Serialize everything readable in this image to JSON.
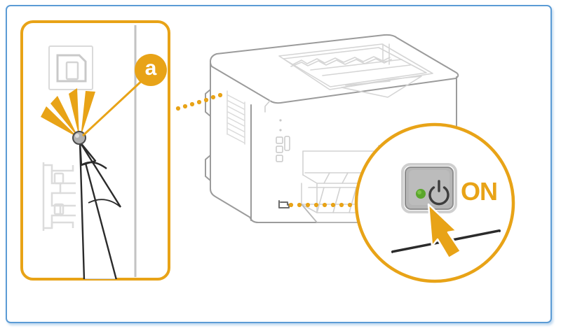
{
  "figure": {
    "title": "Printer power-on instruction illustration",
    "frame_color": "#5b9bd5",
    "accent_color": "#e8a317",
    "line_color": "#9a9a9a",
    "led_color": "#5aa62c",
    "button_face_color": "#b3b3b3",
    "background": "#ffffff"
  },
  "inset_panel": {
    "name": "rear-port-detail",
    "border_color": "#e8a317",
    "callout_label": "a",
    "port_icon": "usb-b-port-icon",
    "pointer_icon": "stylus-pen-icon",
    "highlight_icon": "burst-rays-icon",
    "target_icon": "power-switch-dot-icon"
  },
  "printer": {
    "name": "laser-printer",
    "output_tray_icon": "output-tray-icon",
    "vent_icon": "ventilation-slots-icon",
    "control_panel_icon": "control-panel-leds-icon",
    "front_tray_icon": "paper-tray-icon",
    "power_button_icon": "power-button-small-icon"
  },
  "magnifier": {
    "name": "power-button-closeup",
    "border_color": "#e8a317",
    "on_label": "ON",
    "power_symbol_icon": "power-symbol-icon",
    "led_icon": "green-led-icon",
    "press_arrow_icon": "press-arrow-icon",
    "button_label": ""
  },
  "connectors": {
    "dotted_leader_left": "dotted-leader-line",
    "dotted_leader_right": "dotted-leader-line",
    "callout_leader": "callout-leader-line"
  }
}
